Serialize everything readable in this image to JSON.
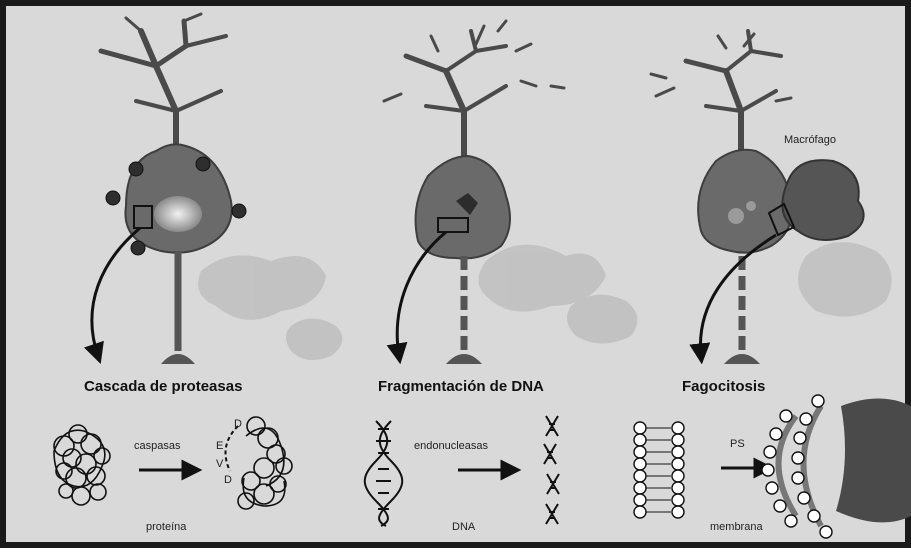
{
  "labels": {
    "macrophage": "Macrófago",
    "panel1_title": "Cascada de proteasas",
    "panel2_title": "Fragmentación de DNA",
    "panel3_title": "Fagocitosis",
    "caspases": "caspasas",
    "protein": "proteína",
    "endonucleases": "endonucleasas",
    "dna": "DNA",
    "ps": "PS",
    "membrane": "membrana",
    "motif": [
      "D",
      "E",
      "V",
      "D"
    ]
  },
  "colors": {
    "frame": "#1a1a1a",
    "background": "#d9d9d9",
    "cell": "#6a6a6a",
    "cell_dark": "#3e3e3e",
    "background_cell": "#b7b7b7",
    "arrow": "#111111"
  }
}
